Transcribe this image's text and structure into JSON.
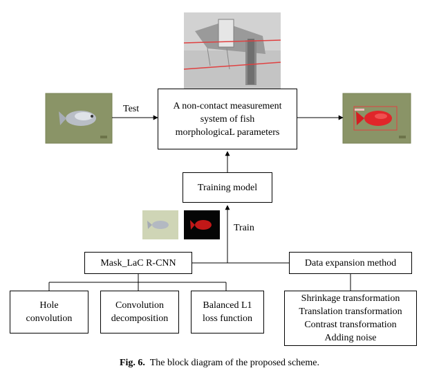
{
  "center_box": {
    "lines": [
      "A non-contact measurement",
      "system of fish",
      "morphologicaL parameters"
    ]
  },
  "training_model": {
    "label": "Training model"
  },
  "mask_box": {
    "label": "Mask_LaC R-CNN"
  },
  "data_expansion_box": {
    "label": "Data expansion method"
  },
  "sub_boxes": {
    "hole": {
      "lines": [
        "Hole",
        "convolution"
      ]
    },
    "decomp": {
      "lines": [
        "Convolution",
        "decomposition"
      ]
    },
    "balanced": {
      "lines": [
        "Balanced L1",
        "loss function"
      ]
    },
    "transforms": {
      "lines": [
        "Shrinkage transformation",
        "Translation transformation",
        "Contrast transformation",
        "Adding noise"
      ]
    }
  },
  "edge_labels": {
    "test": "Test",
    "train": "Train"
  },
  "caption": {
    "fig_label": "Fig. 6.",
    "text": "The block diagram of the proposed scheme."
  },
  "colors": {
    "photo_background": "#8a9467",
    "fish_silver": "#b9bec6",
    "fish_red": "#e0262a",
    "mask_red": "#c11818",
    "device_gray": "#bdbdbd"
  }
}
